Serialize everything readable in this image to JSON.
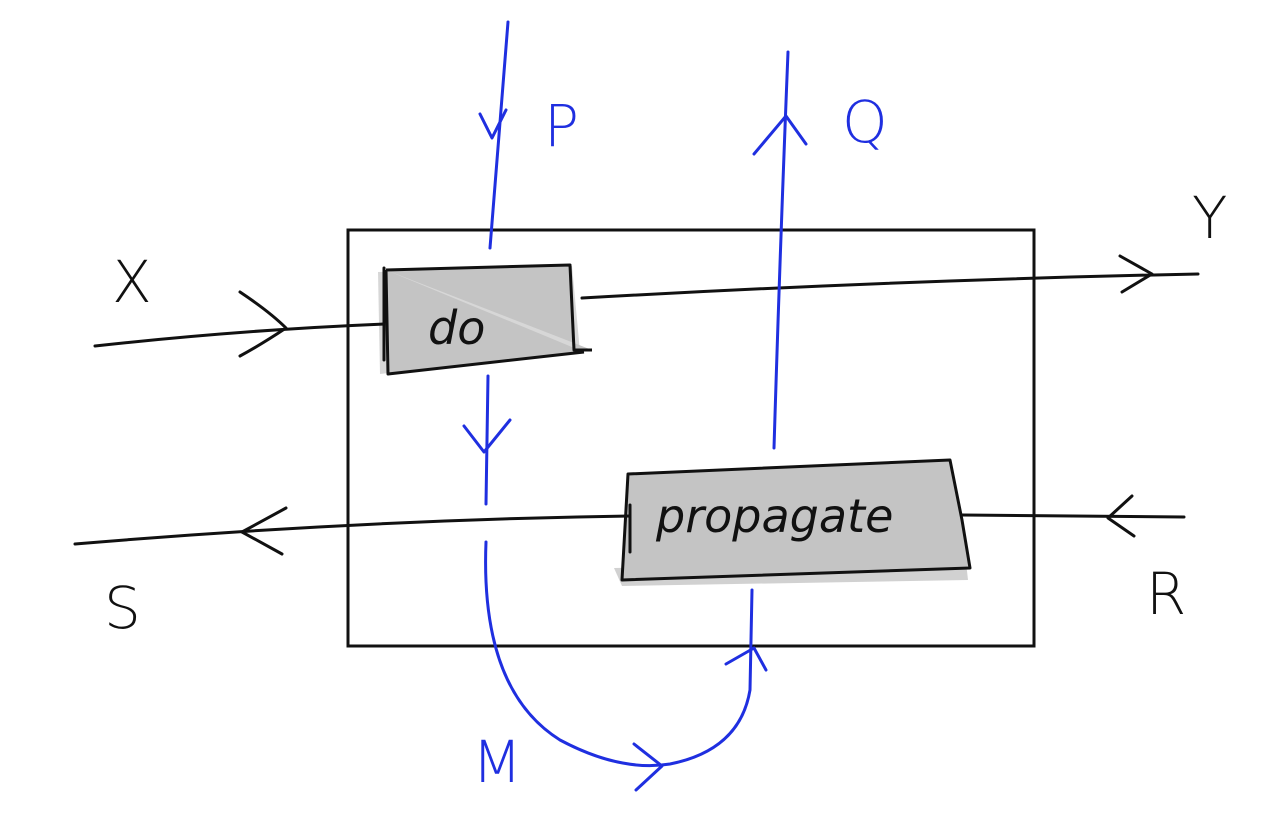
{
  "diagram": {
    "boxes": {
      "do": "do",
      "propagate": "propagate"
    },
    "labels": {
      "x": "X",
      "y": "Y",
      "s": "S",
      "r": "R",
      "p": "P",
      "q": "Q",
      "m": "M"
    },
    "colors": {
      "ink": "#111111",
      "blue": "#1f2fe0",
      "box_fill": "#c4c4c4"
    }
  }
}
